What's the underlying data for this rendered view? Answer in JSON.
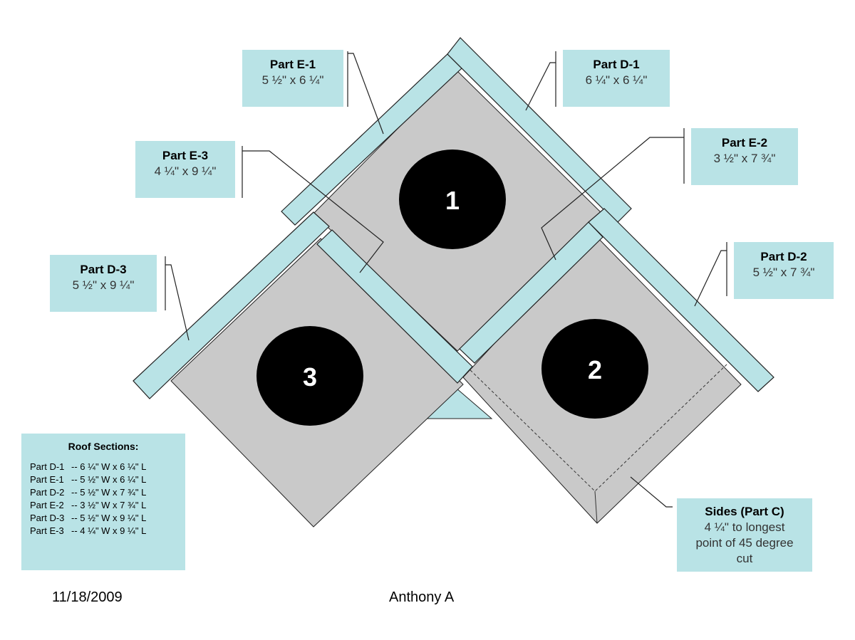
{
  "colors": {
    "roof": "#b9e3e6",
    "wall": "#c9c9c9",
    "hole": "#000000",
    "outline": "#222222"
  },
  "holes": [
    {
      "label": "1"
    },
    {
      "label": "2"
    },
    {
      "label": "3"
    }
  ],
  "labels": {
    "e1": {
      "title": "Part E-1",
      "dim": "5 ½\" x 6 ¼\""
    },
    "d1": {
      "title": "Part D-1",
      "dim": "6 ¼\" x 6 ¼\""
    },
    "e3": {
      "title": "Part E-3",
      "dim": "4 ¼\" x 9 ¼\""
    },
    "e2": {
      "title": "Part E-2",
      "dim": "3 ½\" x 7 ¾\""
    },
    "d3": {
      "title": "Part D-3",
      "dim": "5 ½\" x 9 ¼\""
    },
    "d2": {
      "title": "Part D-2",
      "dim": "5 ½\" x 7 ¾\""
    },
    "sides": {
      "title": "Sides (Part C)",
      "line1": "4 ¼\" to longest",
      "line2": "point of 45 degree",
      "line3": "cut"
    }
  },
  "summary": {
    "title": "Roof Sections:",
    "rows": [
      {
        "part": "Part D-1",
        "spec": "-- 6 ¼\" W x 6 ¼\" L"
      },
      {
        "part": "Part E-1",
        "spec": "-- 5 ½\" W x 6 ¼\" L"
      },
      {
        "part": "Part D-2",
        "spec": "-- 5 ½\" W x 7 ¾\" L"
      },
      {
        "part": "Part E-2",
        "spec": "-- 3 ½\" W x 7 ¾\" L"
      },
      {
        "part": "Part D-3",
        "spec": "-- 5 ½\" W x 9 ¼\" L"
      },
      {
        "part": "Part E-3",
        "spec": "-- 4 ¼\" W x 9 ¼\" L"
      }
    ]
  },
  "footer": {
    "date": "11/18/2009",
    "author": "Anthony A"
  }
}
